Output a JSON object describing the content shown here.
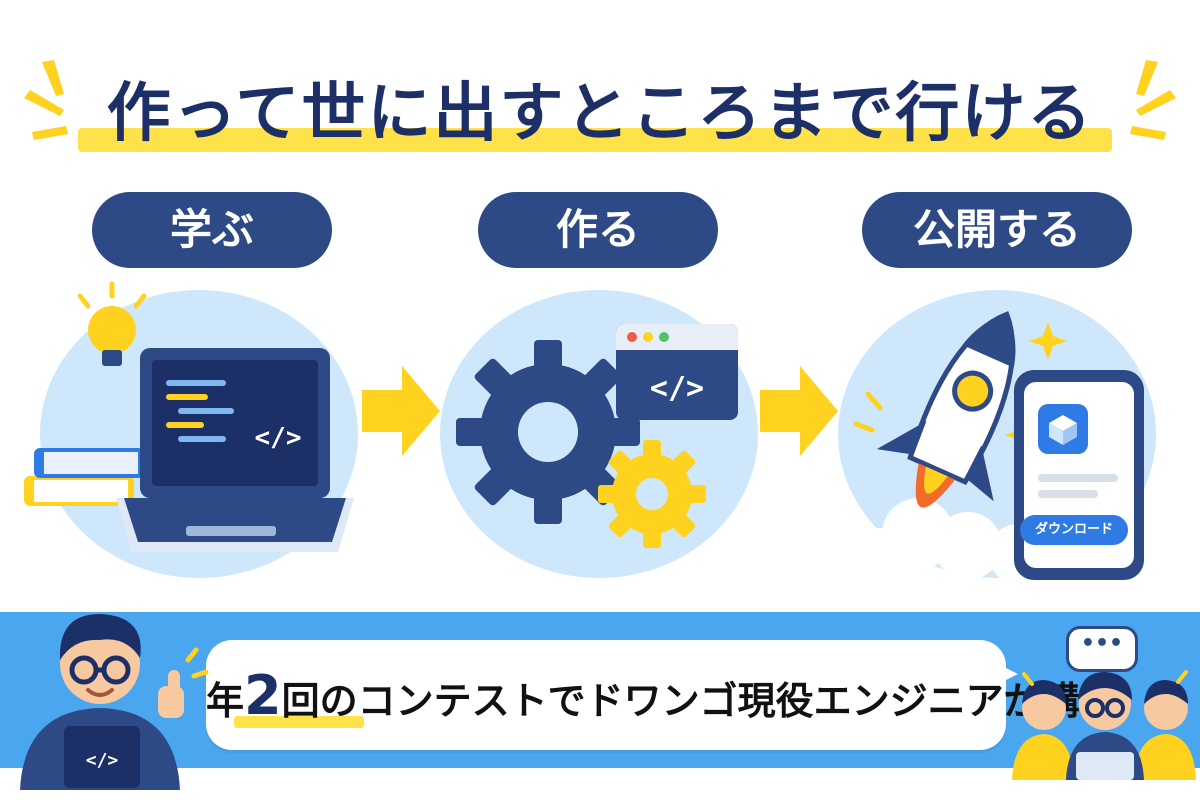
{
  "headline": "作って世に出すところまで行ける",
  "steps": [
    {
      "label": "学ぶ"
    },
    {
      "label": "作る"
    },
    {
      "label": "公開する"
    }
  ],
  "icons": {
    "learn": [
      "lightbulb-icon",
      "laptop-icon",
      "books-icon",
      "code-icon"
    ],
    "build": [
      "gear-icon",
      "code-window-icon"
    ],
    "publish": [
      "rocket-icon",
      "smartphone-icon",
      "app-cube-icon",
      "sparkle-icon",
      "cloud-icon"
    ]
  },
  "code_symbol": "</>",
  "download_label": "ダウンロード",
  "banner": {
    "prefix": "年",
    "number": "2",
    "text": "回のコンテストでドワンゴ現役エンジニアが講評"
  },
  "chat_dots": "•••",
  "colors": {
    "navy": "#2e4a86",
    "headline": "#1c2f66",
    "yellow": "#ffd21f",
    "circle": "#cfe7fb",
    "band": "#49a6ef",
    "button": "#2f7be5"
  }
}
